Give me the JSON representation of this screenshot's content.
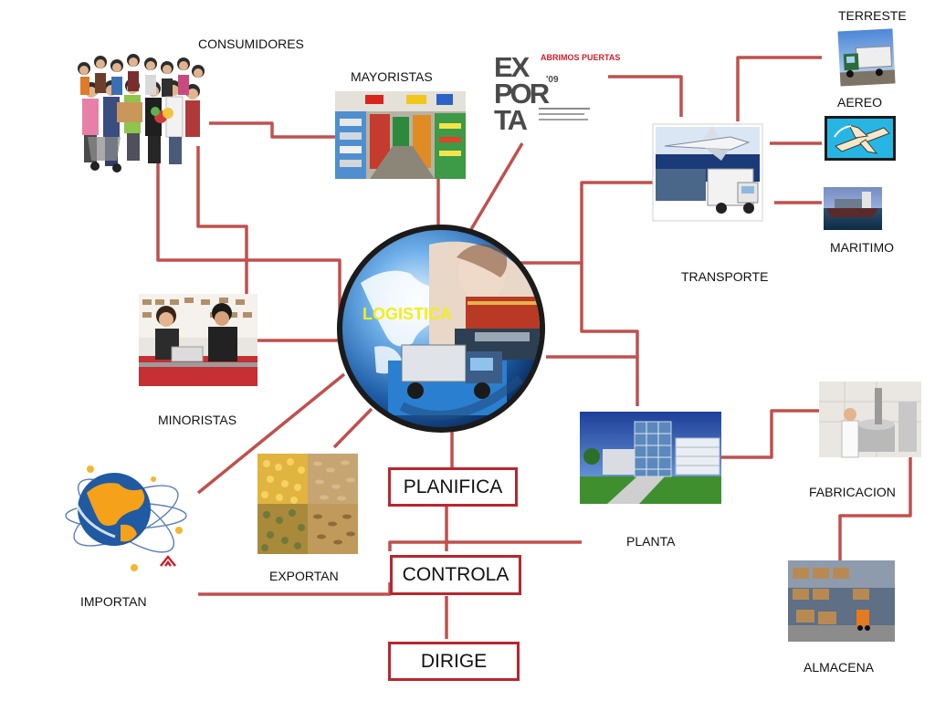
{
  "colors": {
    "connector": "#c0504d",
    "box_border": "#b8262f",
    "hub_title": "#f2ee1a",
    "globe_blue": "#2f6db5",
    "hub_ring": "#1b1b1b"
  },
  "hub": {
    "title": "LOGISTICA"
  },
  "nodes": {
    "consumidores": "CONSUMIDORES",
    "mayoristas": "MAYORISTAS",
    "minoristas": "MINORISTAS",
    "importan": "IMPORTAN",
    "exportan": "EXPORTAN",
    "transporte": "TRANSPORTE",
    "terreste": "TERRESTE",
    "aereo": "AEREO",
    "maritimo": "MARITIMO",
    "planta": "PLANTA",
    "fabricacion": "FABRICACION",
    "almacena": "ALMACENA"
  },
  "exporta_logo": {
    "letters": [
      "EX",
      "POR",
      "TA"
    ],
    "slogan": "ABRIMOS PUERTAS",
    "year": "'09"
  },
  "actions": {
    "planifica": "PLANIFICA",
    "controla": "CONTROLA",
    "dirige": "DIRIGE"
  },
  "icons": [
    "crowd-photo-icon",
    "supermarket-photo-icon",
    "retail-shop-photo-icon",
    "world-orbit-icon",
    "grain-photo-icon",
    "transport-collage-icon",
    "truck-photo-icon",
    "airplane-icon",
    "cargo-ship-photo-icon",
    "factory-building-photo-icon",
    "kitchen-production-photo-icon",
    "warehouse-photo-icon"
  ]
}
